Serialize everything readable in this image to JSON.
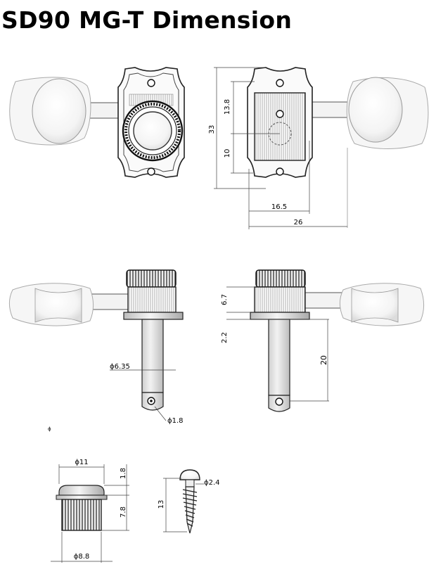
{
  "page": {
    "title": "SD90 MG-T Dimension"
  },
  "dimensions": {
    "total_height": "33",
    "upper_offset": "13.8",
    "lower_offset": "10",
    "center_to_post": "16.5",
    "total_width": "26",
    "knurl_height": "6.7",
    "collar_height": "2.2",
    "post_length": "20",
    "post_diameter": "ϕ6.35",
    "string_hole": "ϕ1.8",
    "bushing_outer": "ϕ11",
    "bushing_flange": "1.8",
    "bushing_length": "7.8",
    "bushing_inner": "ϕ8.8",
    "screw_diameter": "ϕ2.4",
    "screw_length": "13"
  },
  "tiny_mark": "ϕ"
}
